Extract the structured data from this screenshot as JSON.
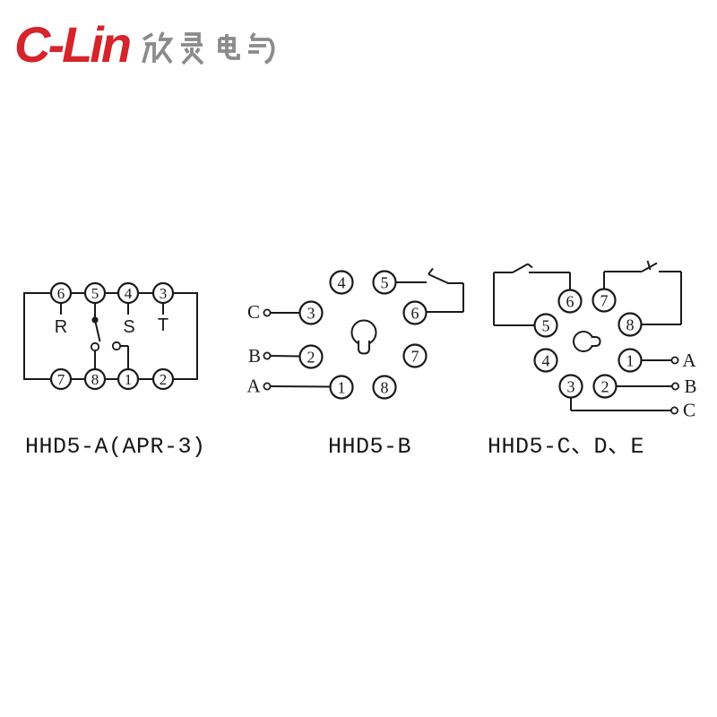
{
  "page": {
    "background": "#ffffff"
  },
  "logo": {
    "brand": "C-Lin",
    "chinese": "欣灵电气",
    "brand_color": "#d5242b",
    "chinese_color": "#8b8b8b"
  },
  "diagrams": [
    {
      "caption": "HHD5-A(APR-3)",
      "pins_top": [
        "6",
        "5",
        "4",
        "3"
      ],
      "pins_bottom": [
        "7",
        "8",
        "1",
        "2"
      ],
      "phase_labels": [
        "R",
        "S",
        "T"
      ]
    },
    {
      "caption": "HHD5-B",
      "pins": [
        "4",
        "5",
        "3",
        "6",
        "2",
        "7",
        "1",
        "8"
      ],
      "terminal_labels": [
        "C",
        "B",
        "A"
      ]
    },
    {
      "caption": "HHD5-C、D、E",
      "pins": [
        "6",
        "7",
        "5",
        "8",
        "4",
        "1",
        "3",
        "2"
      ],
      "terminal_labels": [
        "A",
        "B",
        "C"
      ]
    }
  ],
  "colors": {
    "line": "#1a1a1a",
    "text": "#161616"
  }
}
